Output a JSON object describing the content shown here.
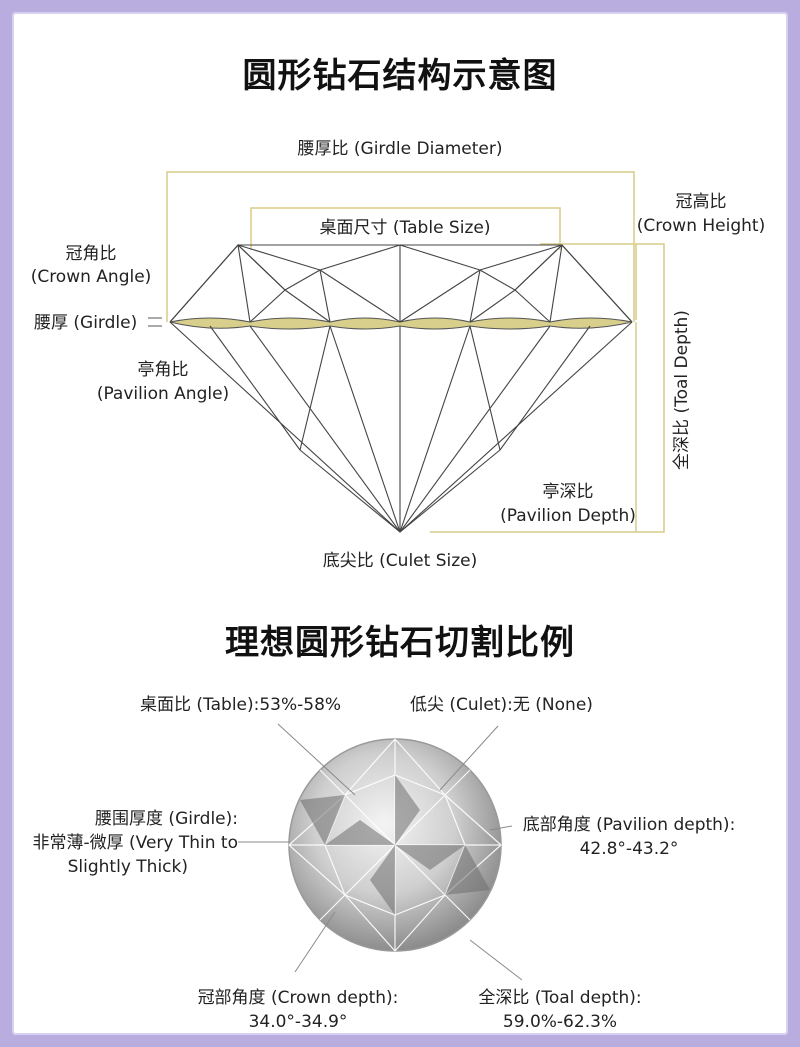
{
  "top_title": "圆形钻石结构示意图",
  "diagram_labels": {
    "girdle_diameter": "腰厚比 (Girdle Diameter)",
    "table_size": "桌面尺寸 (Table Size)",
    "crown_height_cn": "冠高比",
    "crown_height_en": "(Crown Height)",
    "crown_angle_cn": "冠角比",
    "crown_angle_en": "(Crown Angle)",
    "girdle": "腰厚 (Girdle)",
    "pavilion_angle_cn": "亭角比",
    "pavilion_angle_en": "(Pavilion Angle)",
    "total_depth": "全深比 (Toal Depth)",
    "pavilion_depth_cn": "亭深比",
    "pavilion_depth_en": "(Pavilion Depth)",
    "culet_size": "底尖比 (Culet Size)"
  },
  "bottom_title": "理想圆形钻石切割比例",
  "ratios": {
    "table": "桌面比 (Table):53%-58%",
    "culet": "低尖 (Culet):无 (None)",
    "girdle_line1": "腰围厚度 (Girdle):",
    "girdle_line2": "非常薄-微厚 (Very Thin to",
    "girdle_line3": "Slightly Thick)",
    "pavilion_line1": "底部角度 (Pavilion depth):",
    "pavilion_line2": "42.8°-43.2°",
    "crown_line1": "冠部角度 (Crown depth):",
    "crown_line2": "34.0°-34.9°",
    "total_line1": "全深比 (Toal depth):",
    "total_line2": "59.0%-62.3%"
  },
  "colors": {
    "girdle_fill": "#d8cf8c",
    "guide_line": "#d9cc88",
    "background_border": "#b9addf"
  }
}
